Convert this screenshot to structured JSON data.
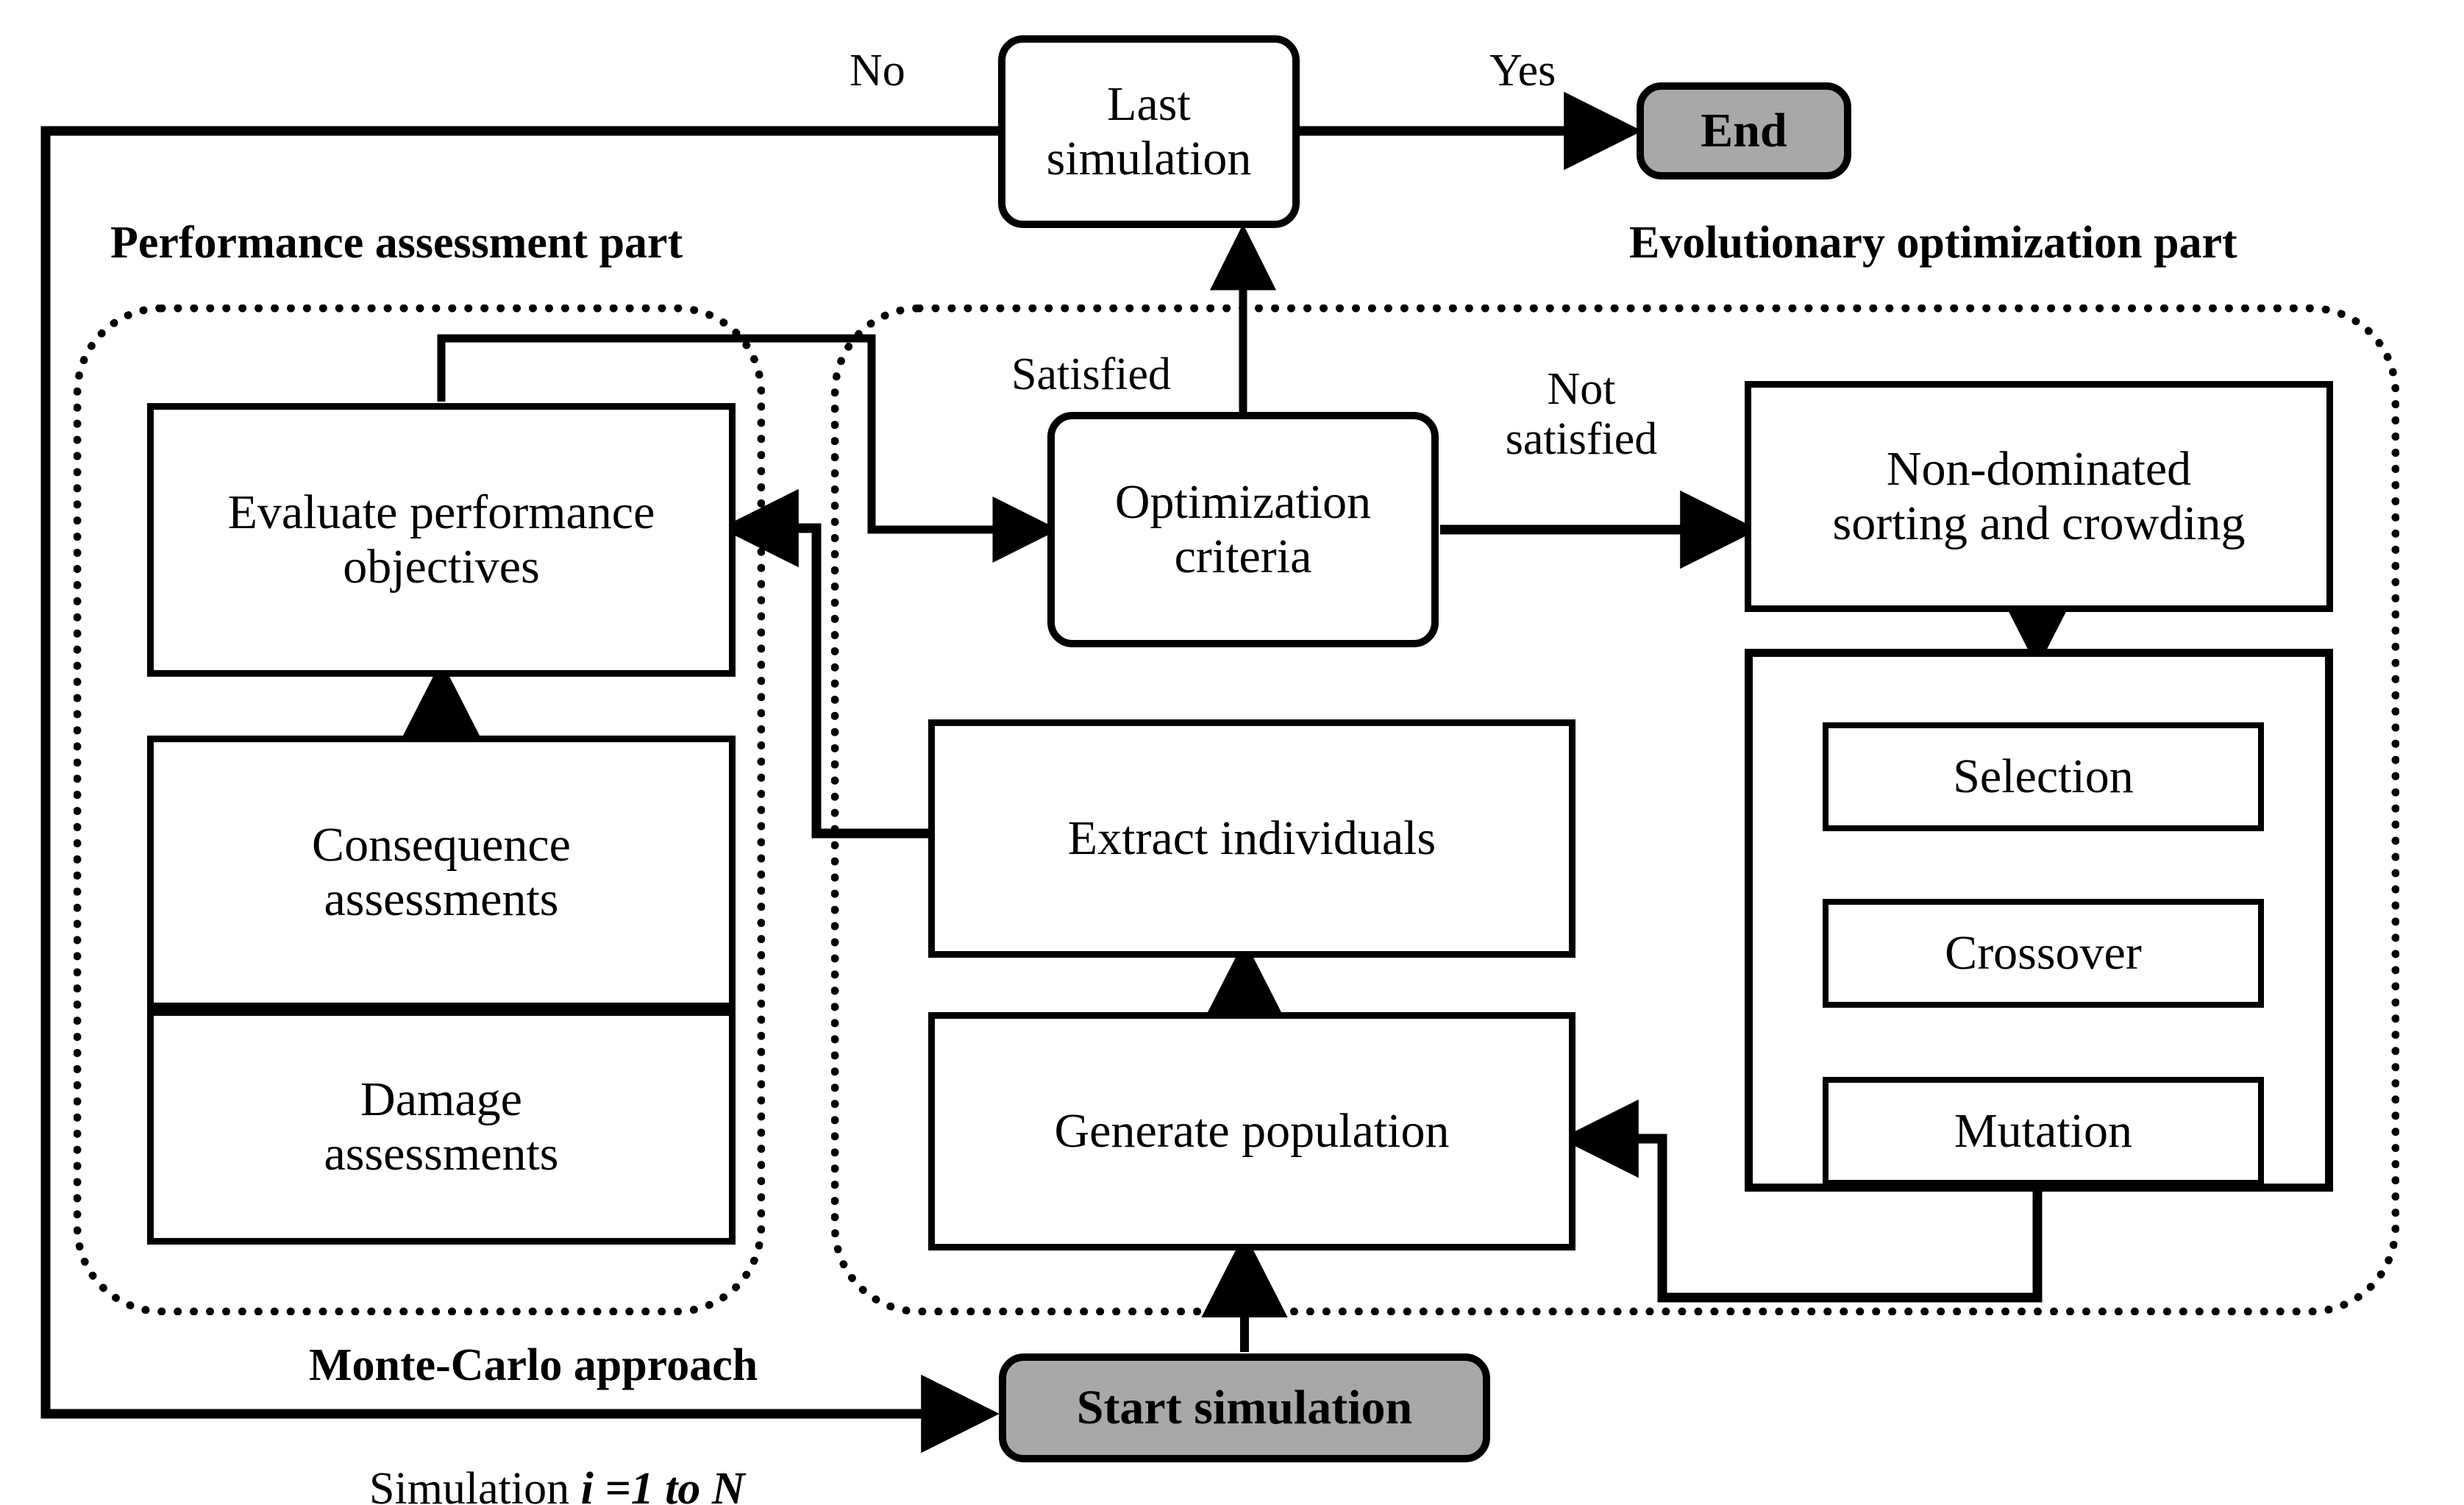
{
  "diagram": {
    "title_labels": {
      "performance_part": "Performance assessment part",
      "evolutionary_part": "Evolutionary optimization part",
      "monte_carlo": "Monte-Carlo approach",
      "simulation_range_prefix": "Simulation ",
      "simulation_range_math": "i =1 to N"
    },
    "nodes": {
      "last_simulation": {
        "label": "Last\nsimulation",
        "shape": "rounded-rect",
        "fill": "#ffffff"
      },
      "end": {
        "label": "End",
        "shape": "rounded-rect",
        "fill": "#a8a8a8",
        "bold": true
      },
      "start_simulation": {
        "label": "Start simulation",
        "shape": "rounded-rect",
        "fill": "#a8a8a8",
        "bold": true
      },
      "evaluate_performance": {
        "label": "Evaluate performance\nobjectives",
        "shape": "rect",
        "fill": "#ffffff"
      },
      "consequence_assessments": {
        "label": "Consequence\nassessments",
        "shape": "rect",
        "fill": "#ffffff"
      },
      "damage_assessments": {
        "label": "Damage\nassessments",
        "shape": "rect",
        "fill": "#ffffff"
      },
      "optimization_criteria": {
        "label": "Optimization\ncriteria",
        "shape": "rounded-rect",
        "fill": "#ffffff"
      },
      "extract_individuals": {
        "label": "Extract individuals",
        "shape": "rect",
        "fill": "#ffffff"
      },
      "generate_population": {
        "label": "Generate population",
        "shape": "rect",
        "fill": "#ffffff"
      },
      "non_dominated_sorting": {
        "label": "Non-dominated\nsorting and crowding",
        "shape": "rect",
        "fill": "#ffffff"
      },
      "genetic_operators_group": {
        "label": "",
        "shape": "rect",
        "fill": "#ffffff"
      },
      "selection": {
        "label": "Selection",
        "shape": "rect",
        "fill": "#ffffff"
      },
      "crossover": {
        "label": "Crossover",
        "shape": "rect",
        "fill": "#ffffff"
      },
      "mutation": {
        "label": "Mutation",
        "shape": "rect",
        "fill": "#ffffff"
      }
    },
    "edge_labels": {
      "no": "No",
      "yes": "Yes",
      "satisfied": "Satisfied",
      "not_satisfied": "Not\nsatisfied"
    },
    "colors": {
      "stroke": "#000000",
      "terminator_fill": "#a8a8a8",
      "background": "#ffffff"
    }
  }
}
